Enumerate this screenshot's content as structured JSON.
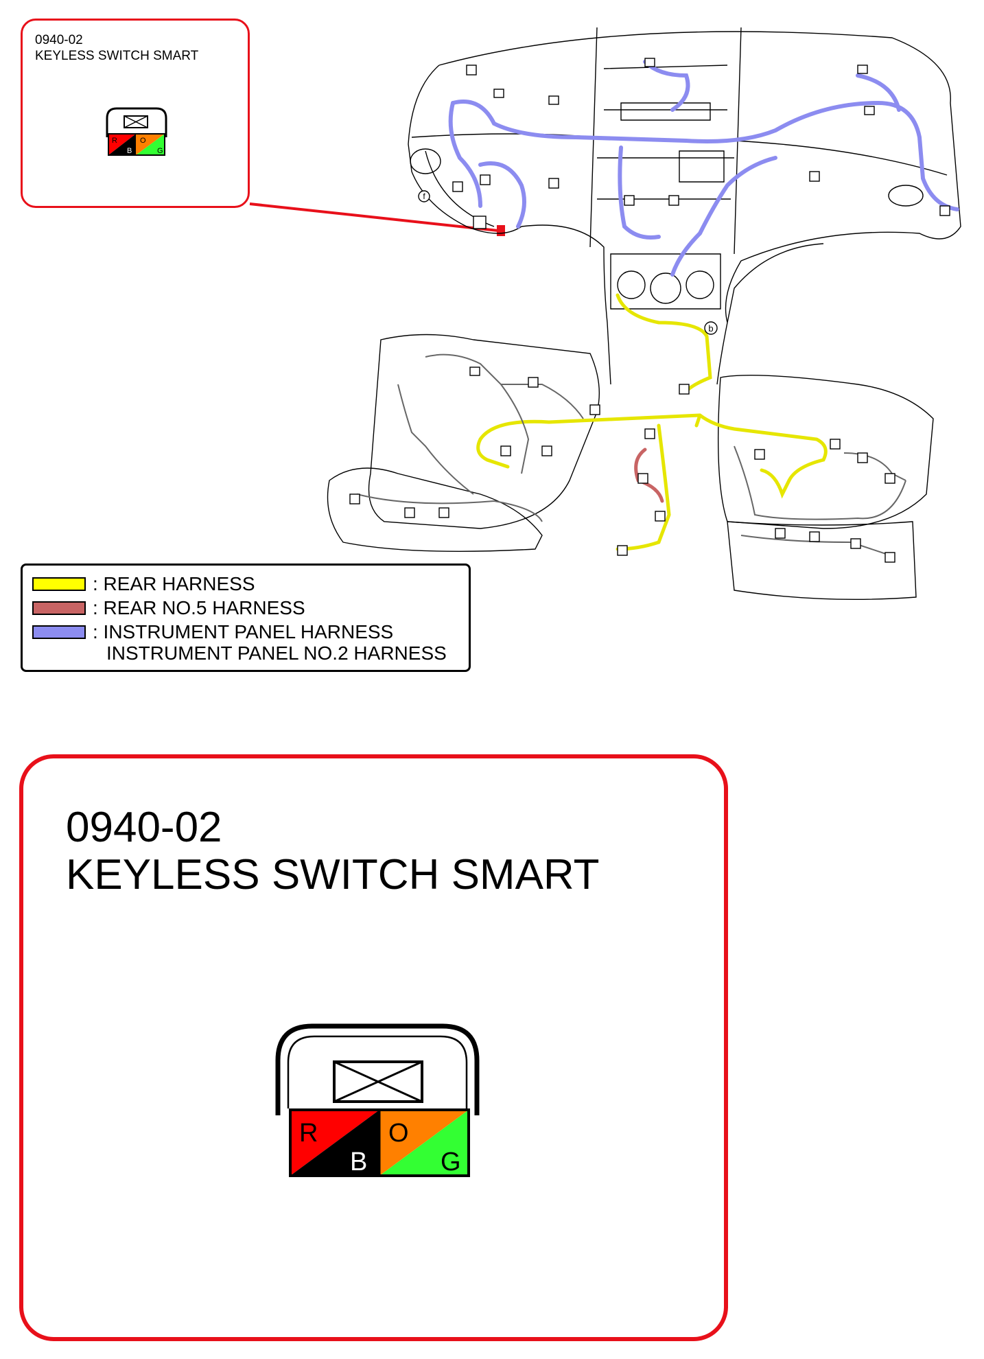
{
  "component": {
    "code": "0940-02",
    "name": "KEYLESS SWITCH SMART"
  },
  "connector": {
    "terminals": [
      {
        "label": "R",
        "color": "#ff0000"
      },
      {
        "label": "B",
        "color": "#000000"
      },
      {
        "label": "O",
        "color": "#ff8000"
      },
      {
        "label": "G",
        "color": "#33ff33"
      }
    ]
  },
  "legend": {
    "items": [
      {
        "label": ": REAR HARNESS",
        "color": "#ffff00"
      },
      {
        "label": ": REAR NO.5 HARNESS",
        "color": "#c86464"
      },
      {
        "label": ": INSTRUMENT PANEL HARNESS",
        "color": "#8c8cf0"
      }
    ],
    "extra_line": "INSTRUMENT PANEL NO.2 HARNESS"
  },
  "markers": {
    "b": "b",
    "f": "f"
  },
  "colors": {
    "callout_border": "#e8101a",
    "leader_line": "#e8101a"
  }
}
